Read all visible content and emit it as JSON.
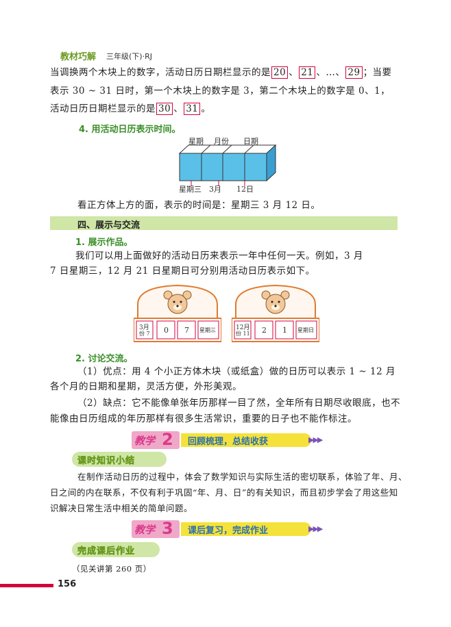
{
  "header": {
    "book_title": "教材巧解",
    "grade": "三年级(下)·RJ"
  },
  "intro": {
    "line1_pre": "当调换两个木块上的数字，活动日历日期栏显示的是",
    "box_20": "20",
    "sep1": "、",
    "box_21": "21",
    "ellipsis": "、…、",
    "box_29": "29",
    "line1_post": "；当要",
    "line2": "表示 30 ~ 31 日时，第一个木块上的数字是 3，第二个木块上的数字是 0、1，",
    "line3_pre": "活动日历日期栏显示的是",
    "box_30": "30",
    "sep2": "、",
    "box_31": "31",
    "line3_post": "。"
  },
  "item4": {
    "title": "4. 用活动日历表示时间。",
    "figure": {
      "top_labels": [
        "星期",
        "月份",
        "日期"
      ],
      "bottom_labels": [
        "星期三",
        "3月",
        "12日"
      ]
    },
    "caption": "看正方体上方的面，表示的时间是：星期三 3 月 12 日。"
  },
  "section4": {
    "title": "四、展示与交流",
    "sub1_title": "1. 展示作品。",
    "sub1_line1": "我们可以用上面做好的活动日历来表示一年中任何一天。例如，3 月",
    "sub1_line2": "7 日星期三，12 月 21 日星期日可分别用活动日历表示如下。",
    "calendar1": {
      "month": "3月",
      "month_sub": "份 7",
      "d1": "0",
      "d2": "7",
      "weekday": "星期三"
    },
    "calendar2": {
      "month": "12月",
      "month_sub": "份 11",
      "d1": "2",
      "d2": "1",
      "weekday": "星期日"
    },
    "sub2_title": "2. 讨论交流。",
    "adv_line1": "（1）优点：用 4 个小正方体木块（或纸盒）做的日历可以表示 1 ~ 12 月",
    "adv_line2": "各个月的日期和星期，灵活方便，外形美观。",
    "dis_line1": "（2）缺点：它不能像单张年历那样一目了然，全年所有日期尽收眼底，也不",
    "dis_line2": "能像由日历组成的年历那样有很多生活常识，重要的日子也不能作标注。"
  },
  "banner2": {
    "word": "教学",
    "num": "2",
    "text": "回顾梳理，总结收获"
  },
  "summary": {
    "pill": "课时知识小结",
    "line1": "在制作活动日历的过程中，体会了数学知识与实际生活的密切联系，体验了年、月、",
    "line2": "日之间的内在联系，不仅有利于巩固“年、月、日”的有关知识，而且初步学会了用这些知",
    "line3": "识解决日常生活中相关的简单问题。"
  },
  "banner3": {
    "word": "教学",
    "num": "3",
    "text": "课后复习，完成作业"
  },
  "homework": {
    "pill": "完成课后作业",
    "note": "（见关讲第 260 页）"
  },
  "footer": {
    "page": "156"
  },
  "colors": {
    "accent_green": "#6a9a1f",
    "box_red": "#d4003a",
    "cube_blue": "#5bc0e8",
    "section_green": "#cfe6a6",
    "banner_yellow": "#f4e23a",
    "badge_pink": "#f0a8c8"
  }
}
